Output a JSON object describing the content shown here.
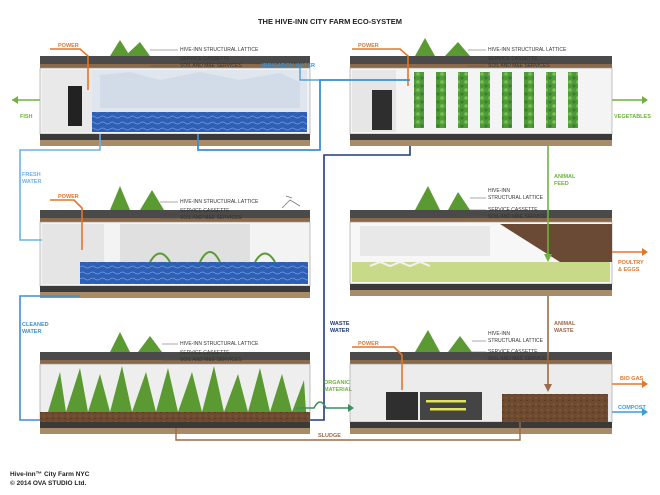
{
  "title": "THE HIVE-INN CITY FARM ECO-SYSTEM",
  "footer": {
    "line1": "Hive-Inn™ City Farm NYC",
    "line2": "© 2014 OVA STUDIO Ltd."
  },
  "modules": {
    "fish": {
      "power": "POWER",
      "label1": "HIVE-INN STRUCTURAL LATTICE",
      "label2": "SERVICE CASSETTE",
      "label3": "SOIL AND M&E SERVICES",
      "irrigation": "IRRIGATION WATER"
    },
    "vegetables": {
      "power": "POWER",
      "label1": "HIVE-INN STRUCTURAL LATTICE",
      "label2": "SERVICE CASSETTE",
      "label3": "SOIL AND M&E SERVICES"
    },
    "aquaculture": {
      "power": "POWER",
      "label1": "HIVE-INN STRUCTURAL LATTICE",
      "label2": "SERVICE CASSETTE",
      "label3": "SOIL AND M&E SERVICES"
    },
    "poultry": {
      "label1a": "HIVE-INN",
      "label1b": "STRUCTURAL LATTICE",
      "label2": "SERVICE CASSETTE",
      "label3": "SOIL AND M&E SERVICES"
    },
    "reeds": {
      "label1": "HIVE-INN STRUCTURAL LATTICE",
      "label2": "SERVICE CASSETTE",
      "label3": "SOIL AND M&E SERVICES"
    },
    "compost": {
      "power": "POWER",
      "label1": "HIVE-INN",
      "label1b": "STRUCTURAL LATTICE",
      "label2": "SERVICE CASSETTE",
      "label3": "SOIL AND M&E SERVICES"
    }
  },
  "flows": {
    "fish": "FISH",
    "vegetables": "VEGETABLES",
    "fresh_water_1": "FRESH",
    "fresh_water_2": "WATER",
    "animal_feed_1": "ANIMAL",
    "animal_feed_2": "FEED",
    "poultry_1": "POULTRY",
    "poultry_2": "& EGGS",
    "cleaned_water_1": "CLEANED",
    "cleaned_water_2": "WATER",
    "waste_water_1": "WASTE",
    "waste_water_2": "WATER",
    "animal_waste_1": "ANIMAL",
    "animal_waste_2": "WASTE",
    "organic_1": "ORGANIC",
    "organic_2": "MATERIAL",
    "sludge": "SLUDGE",
    "bio_gas": "BIO GAS",
    "compost": "COMPOST"
  },
  "colors": {
    "power": "#e2762d",
    "irrigation": "#3d8fcf",
    "fresh": "#6cb3e2",
    "green": "#6fb33e",
    "brown": "#9b6a4a",
    "navy": "#1f3b7a",
    "water_fill": "#2f63b8",
    "plant": "#5b9a32",
    "soil": "#6e4a30"
  }
}
